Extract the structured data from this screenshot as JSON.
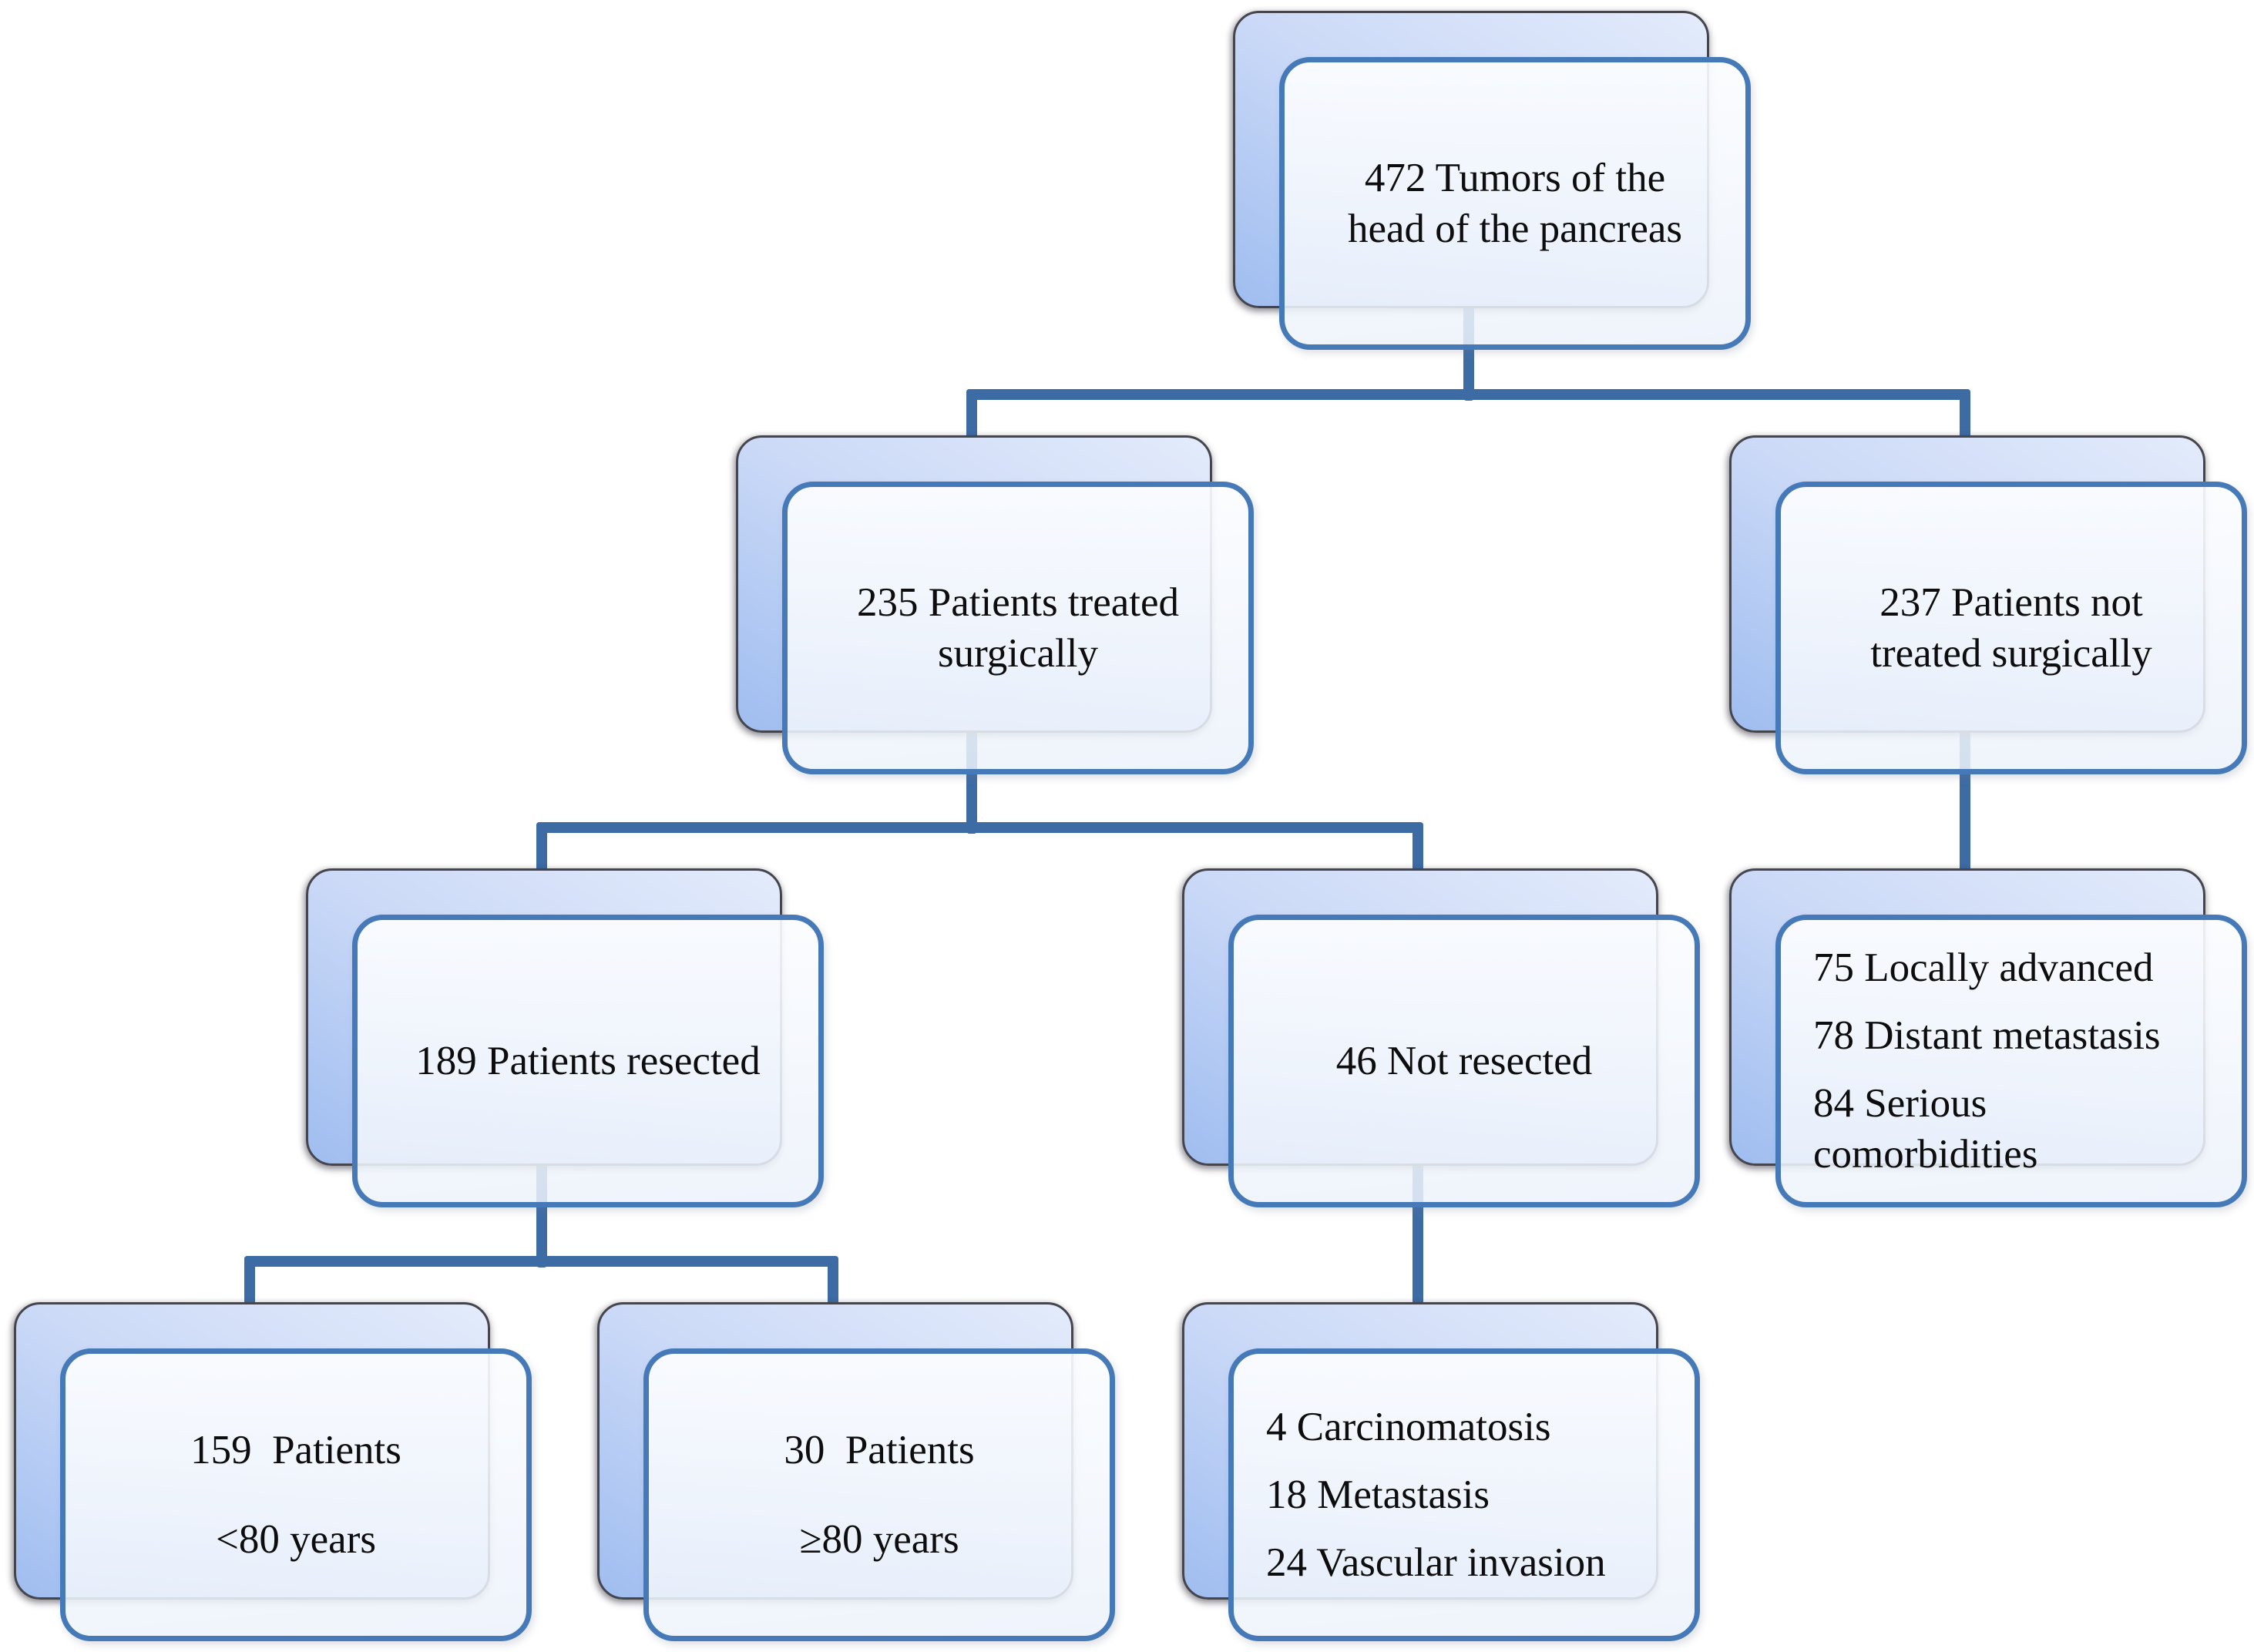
{
  "diagram_title": "",
  "colors": {
    "connector": "#3d6ca5",
    "front_border": "#4579b7",
    "front_fill_top": "rgba(252,253,255,0.93)",
    "front_fill_bottom": "rgba(236,242,251,0.85)",
    "back_border": "#45454d",
    "back_light": "#e3ebfb",
    "back_mid": "#ccdaf7",
    "back_dark": "#9fbdf0",
    "text": "#0d0d0d"
  },
  "nodes": {
    "root": {
      "items": [
        "472 Tumors of the\nhead of the pancreas"
      ]
    },
    "surg": {
      "items": [
        "235 Patients treated\nsurgically"
      ]
    },
    "nonsurg": {
      "items": [
        "237 Patients not\ntreated surgically"
      ]
    },
    "resected": {
      "items": [
        "189 Patients resected"
      ]
    },
    "notresected": {
      "items": [
        "46 Not resected"
      ]
    },
    "nonsurg_detail": {
      "items": [
        "75 Locally advanced",
        "78 Distant metastasis",
        "84 Serious\ncomorbidities"
      ]
    },
    "under80": {
      "items": [
        "159  Patients",
        "<80 years"
      ]
    },
    "over80": {
      "items": [
        "30  Patients",
        "≥80 years"
      ]
    },
    "notresected_detail": {
      "items": [
        "4 Carcinomatosis",
        "18 Metastasis",
        "24 Vascular invasion"
      ]
    }
  },
  "edges": [
    {
      "from": "472 Tumors of the head of the pancreas",
      "to": "235 Patients treated surgically"
    },
    {
      "from": "472 Tumors of the head of the pancreas",
      "to": "237 Patients not treated surgically"
    },
    {
      "from": "235 Patients treated surgically",
      "to": "189 Patients resected"
    },
    {
      "from": "235 Patients treated surgically",
      "to": "46 Not resected"
    },
    {
      "from": "237 Patients not treated surgically",
      "to": "75 Locally advanced / 78 Distant metastasis / 84 Serious comorbidities"
    },
    {
      "from": "189 Patients resected",
      "to": "159 Patients <80 years"
    },
    {
      "from": "189 Patients resected",
      "to": "30 Patients ≥80 years"
    },
    {
      "from": "46 Not resected",
      "to": "4 Carcinomatosis / 18 Metastasis / 24 Vascular invasion"
    }
  ]
}
